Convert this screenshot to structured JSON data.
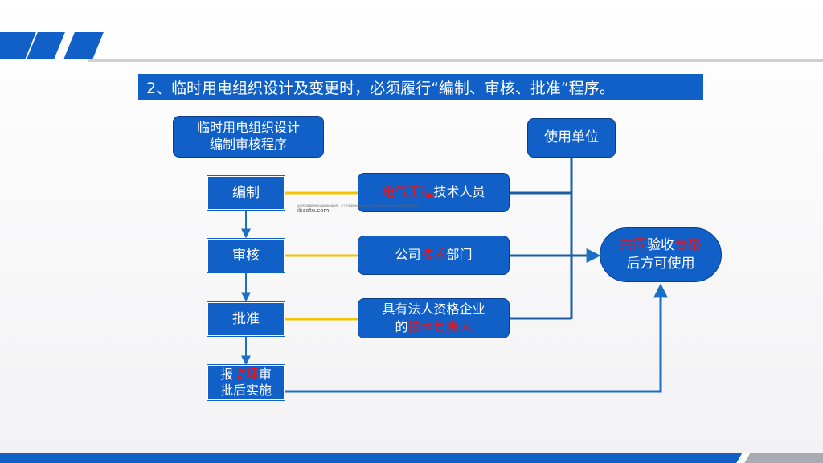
{
  "title": "2、临时用电组织设计及变更时，必须履行“编制、审核、批准”程序。",
  "header_box": [
    "临时用电组织设计",
    "编制审核程序"
  ],
  "steps": {
    "compile": "编制",
    "review": "审核",
    "approve": "批准",
    "report": {
      "prefix": "报",
      "red": "监理",
      "suffix": "审",
      "line2": "批后实施"
    }
  },
  "parties": {
    "electrical": {
      "red": "电气工程",
      "rest": "技术人员"
    },
    "company": {
      "pre": "公司",
      "red": "技术",
      "post": "部门"
    },
    "legal": {
      "line1": "具有法人资格企业",
      "pre": "的",
      "red": "技术负责人"
    }
  },
  "user_unit": "使用单位",
  "acceptance": {
    "red1": "共同",
    "mid": "验收",
    "red2": "合格",
    "line2": "后方可使用"
  },
  "watermark": {
    "text": "此装置可能需要增加设备和用户等权限。为了正在其他时间段中提升用户访问的时间内的访问数据显示时所使用的。",
    "site": "ibaotu.com"
  },
  "colors": {
    "accent": "#1060c8",
    "connector": "#f5c400",
    "highlight": "#e8141c"
  }
}
